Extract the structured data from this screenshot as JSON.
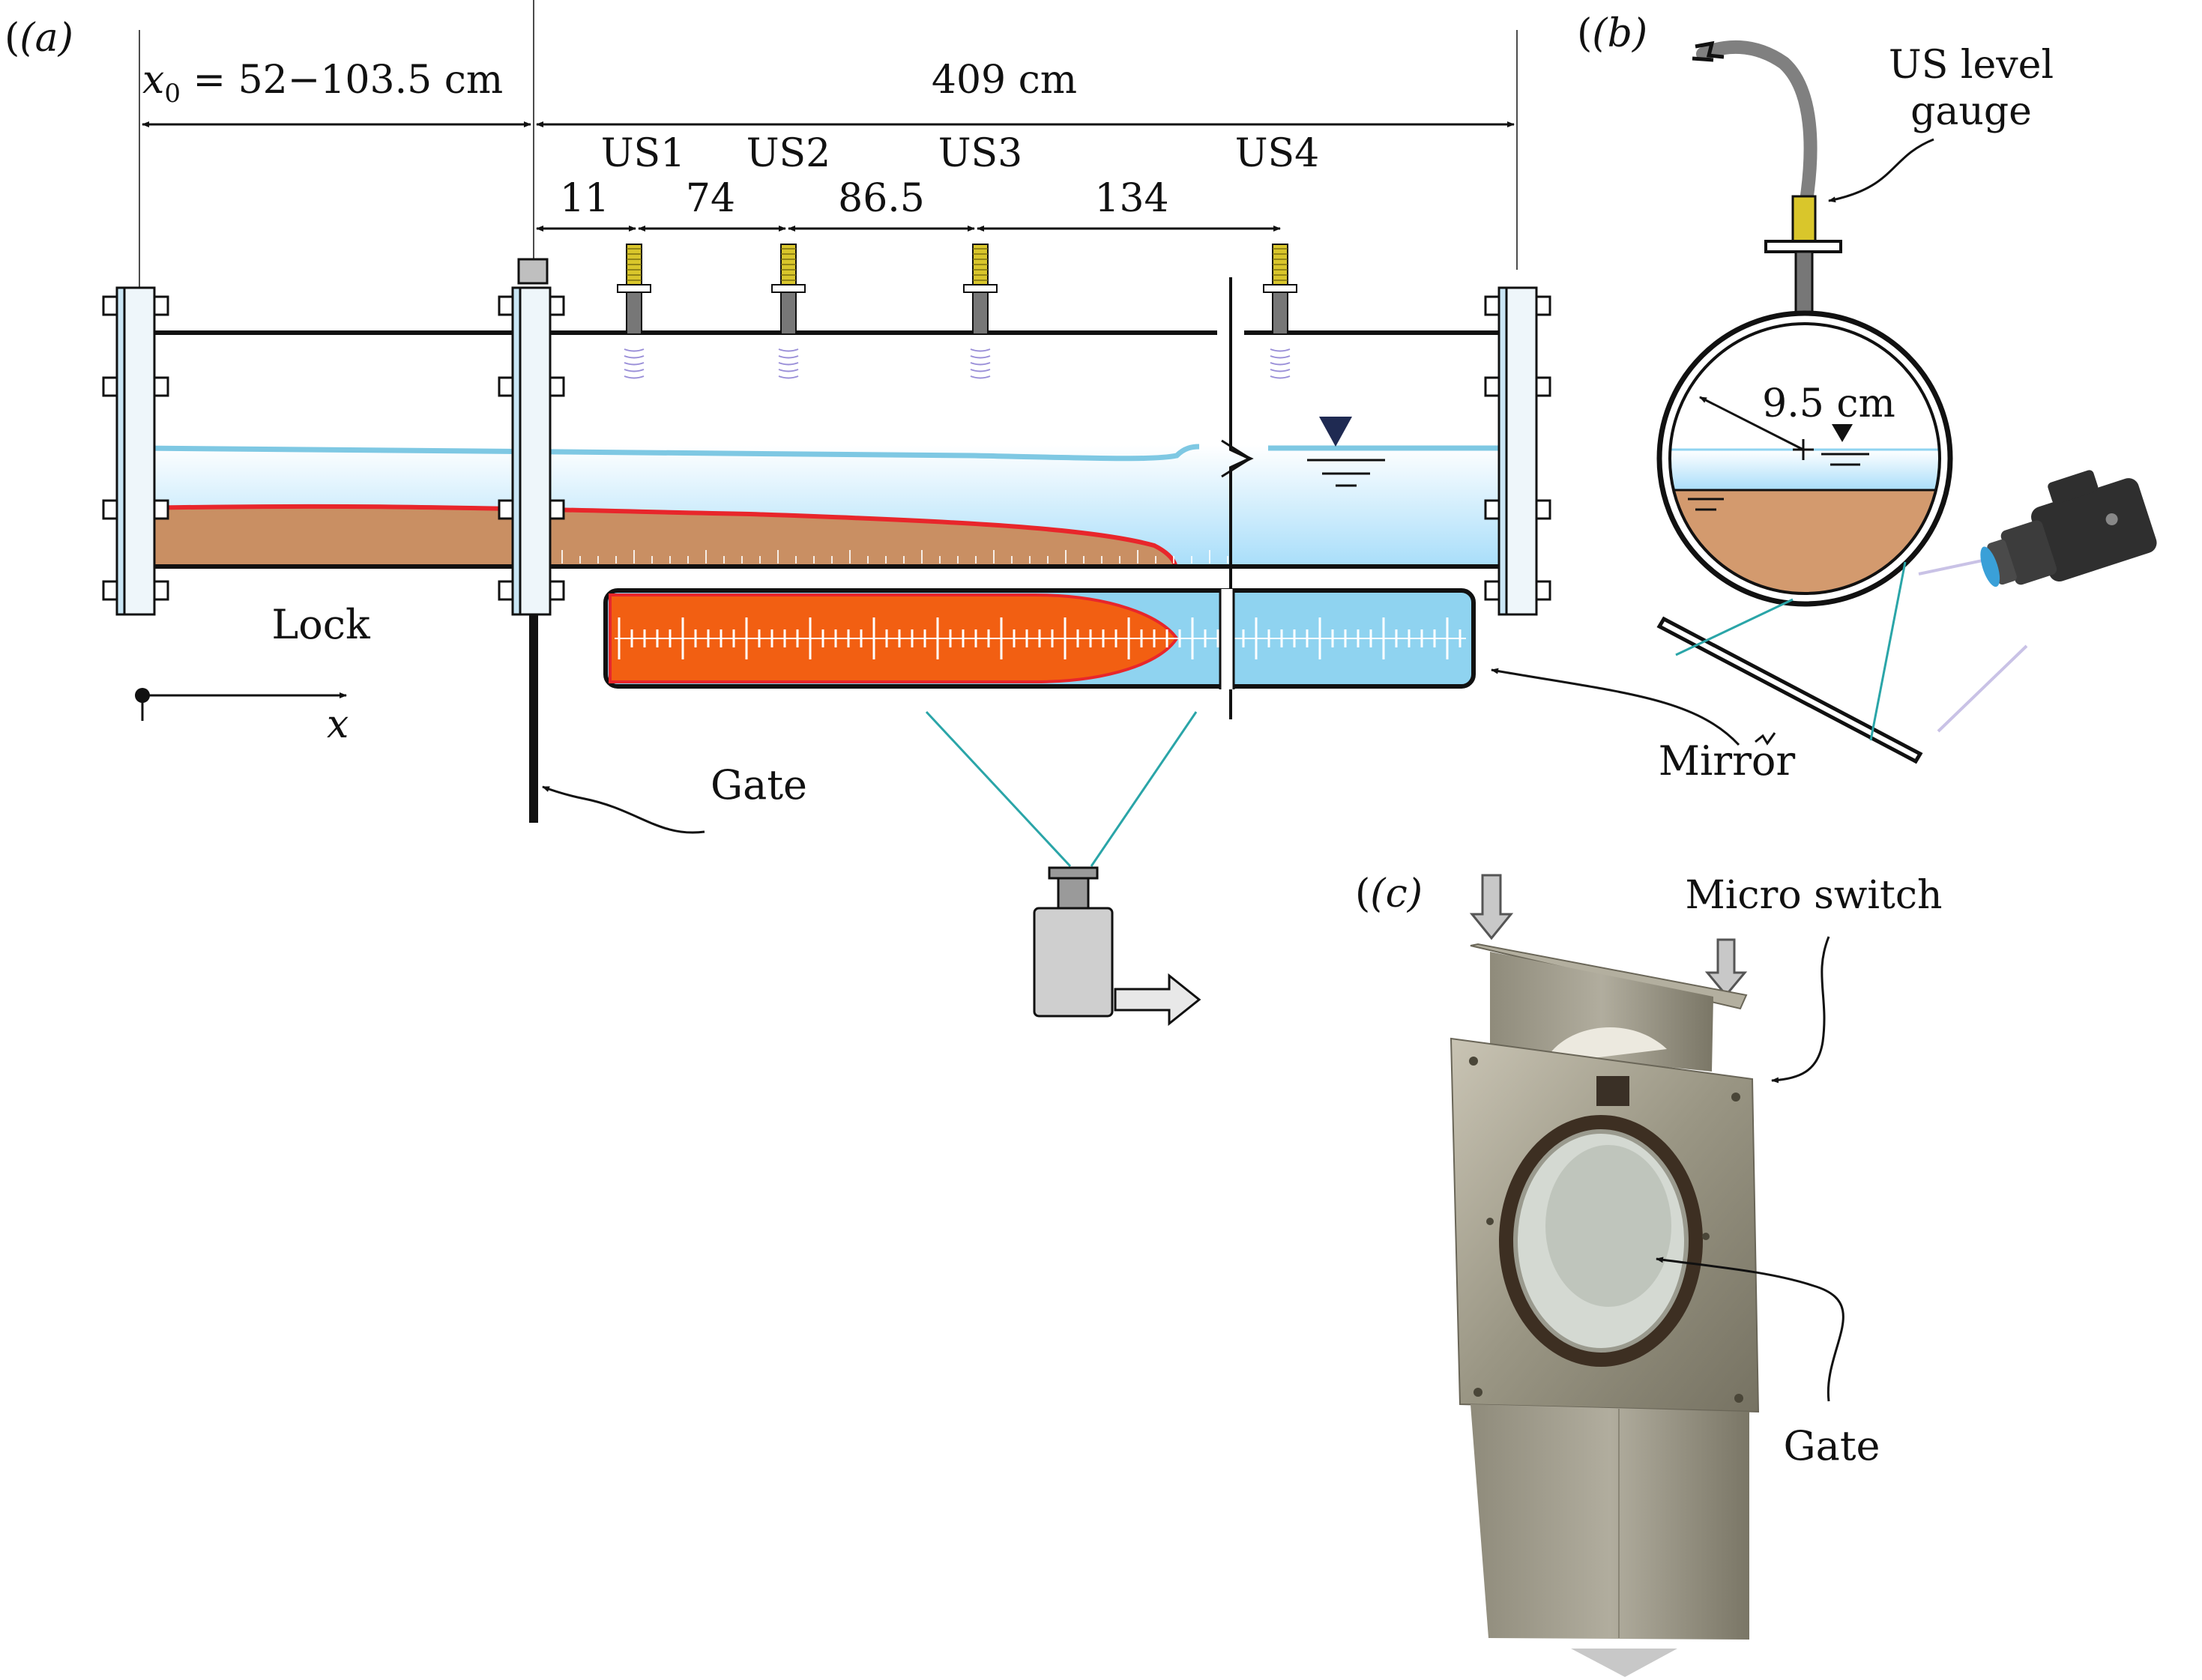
{
  "panels": {
    "a": "(a)",
    "b": "(b)",
    "c": "(c)"
  },
  "dimensions": {
    "x0_var": "x",
    "x0_sub": "0",
    "x0_value": " = 52−103.5 cm",
    "total": "409 cm",
    "sensors": [
      "US1",
      "US2",
      "US3",
      "US4"
    ],
    "spacings": [
      "11",
      "74",
      "86.5",
      "134"
    ]
  },
  "labels": {
    "lock": "Lock",
    "x_axis": "x",
    "gate": "Gate",
    "us_level_gauge_line1": "US level",
    "us_level_gauge_line2": "gauge",
    "radius": "9.5 cm",
    "mirror": "Mirror",
    "micro_switch": "Micro switch",
    "gate_photo": "Gate"
  },
  "colors": {
    "water": "#8fd3f0",
    "water_surface": "#7ec8e3",
    "sediment": "#c98f63",
    "current_front": "#e8262b",
    "bottom_view_current": "#f25f12",
    "sensor": "#d9c62b",
    "mirror_lines": "#2aa5a8",
    "camera_lines": "#c9c2e6"
  }
}
